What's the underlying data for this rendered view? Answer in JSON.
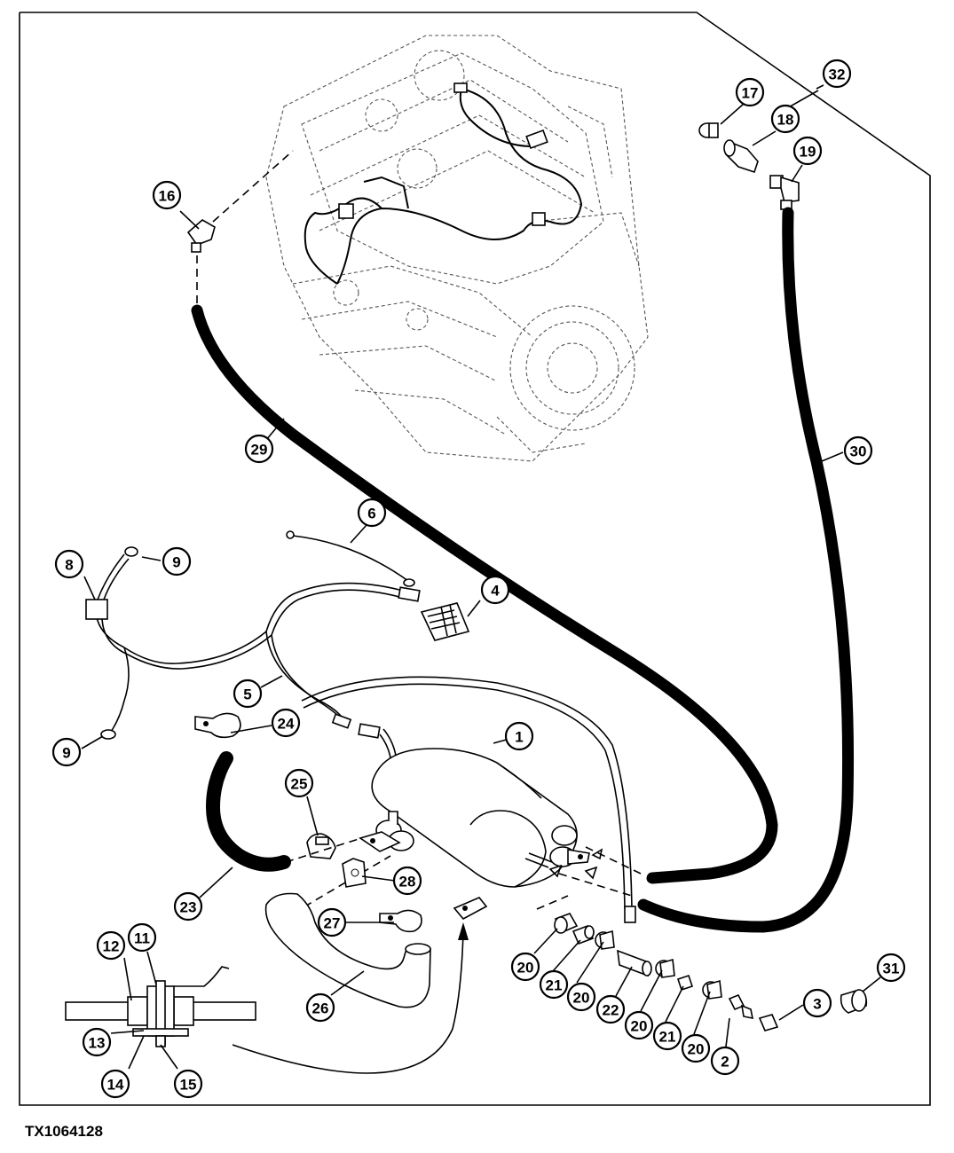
{
  "figure_id": "TX1064128",
  "callouts": [
    "1",
    "2",
    "3",
    "4",
    "5",
    "6",
    "8",
    "9",
    "9",
    "11",
    "12",
    "13",
    "14",
    "15",
    "16",
    "17",
    "18",
    "19",
    "20",
    "20",
    "20",
    "20",
    "21",
    "21",
    "22",
    "23",
    "24",
    "25",
    "26",
    "27",
    "28",
    "29",
    "30",
    "31",
    "32"
  ]
}
